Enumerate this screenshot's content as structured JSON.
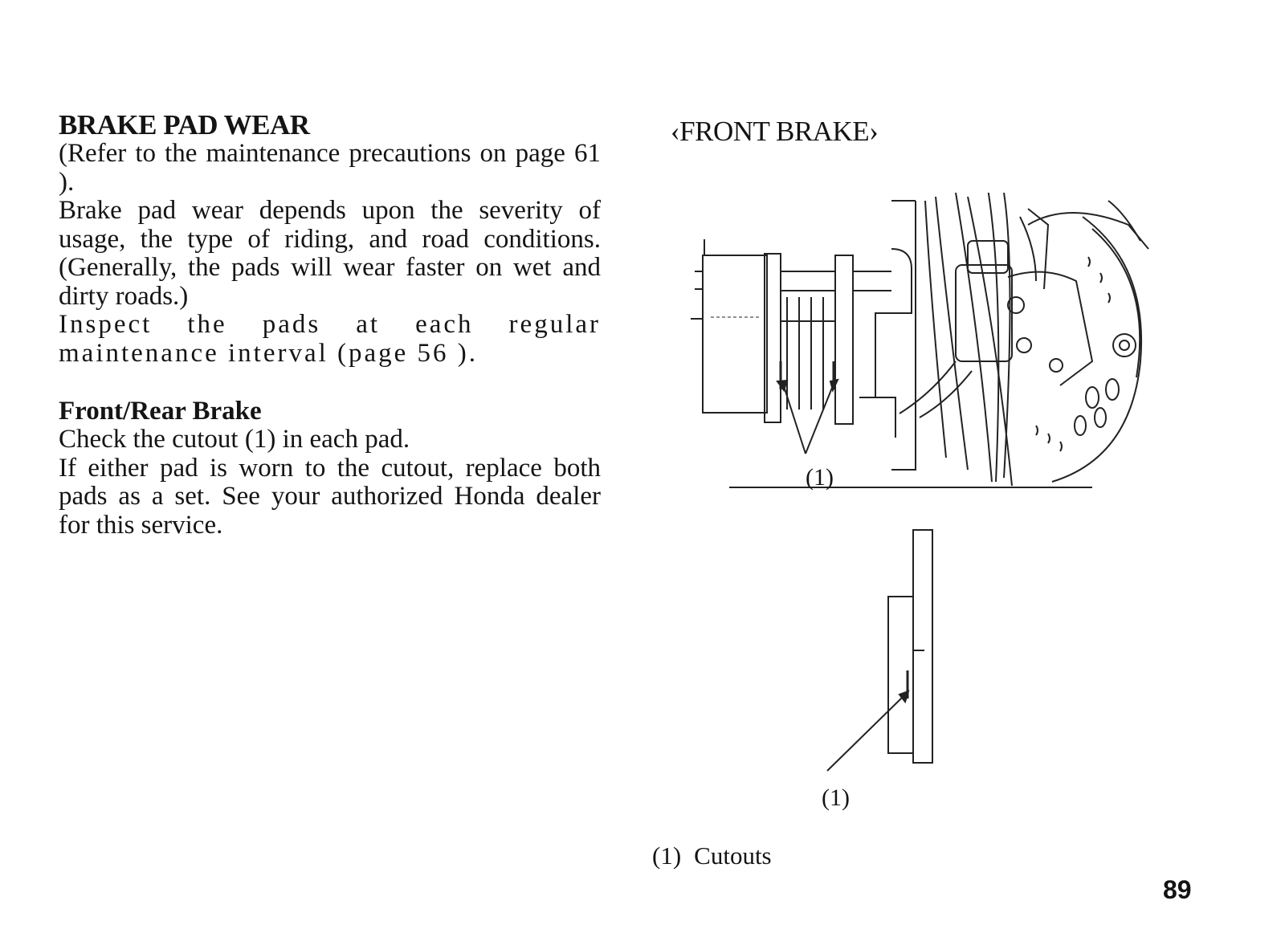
{
  "section": {
    "title": "BRAKE PAD WEAR",
    "paragraphs": [
      "(Refer to the maintenance precautions on page 61 ).",
      "Brake pad wear depends upon the severity of usage, the type of riding, and road conditions. (Generally, the pads will wear faster on wet and dirty roads.)",
      "Inspect the pads at each regular maintenance interval (page 56 )."
    ]
  },
  "subsection": {
    "title": "Front/Rear Brake",
    "paragraphs": [
      "Check the cutout (1) in each pad.",
      "If either pad is worn to the cutout, replace both pads as a set. See your authorized Honda dealer for this service."
    ]
  },
  "figure": {
    "title": "‹FRONT BRAKE›",
    "callout_top": "(1)",
    "callout_bottom": "(1)",
    "legend_number": "(1)",
    "legend_label": "Cutouts"
  },
  "page_number": "89"
}
